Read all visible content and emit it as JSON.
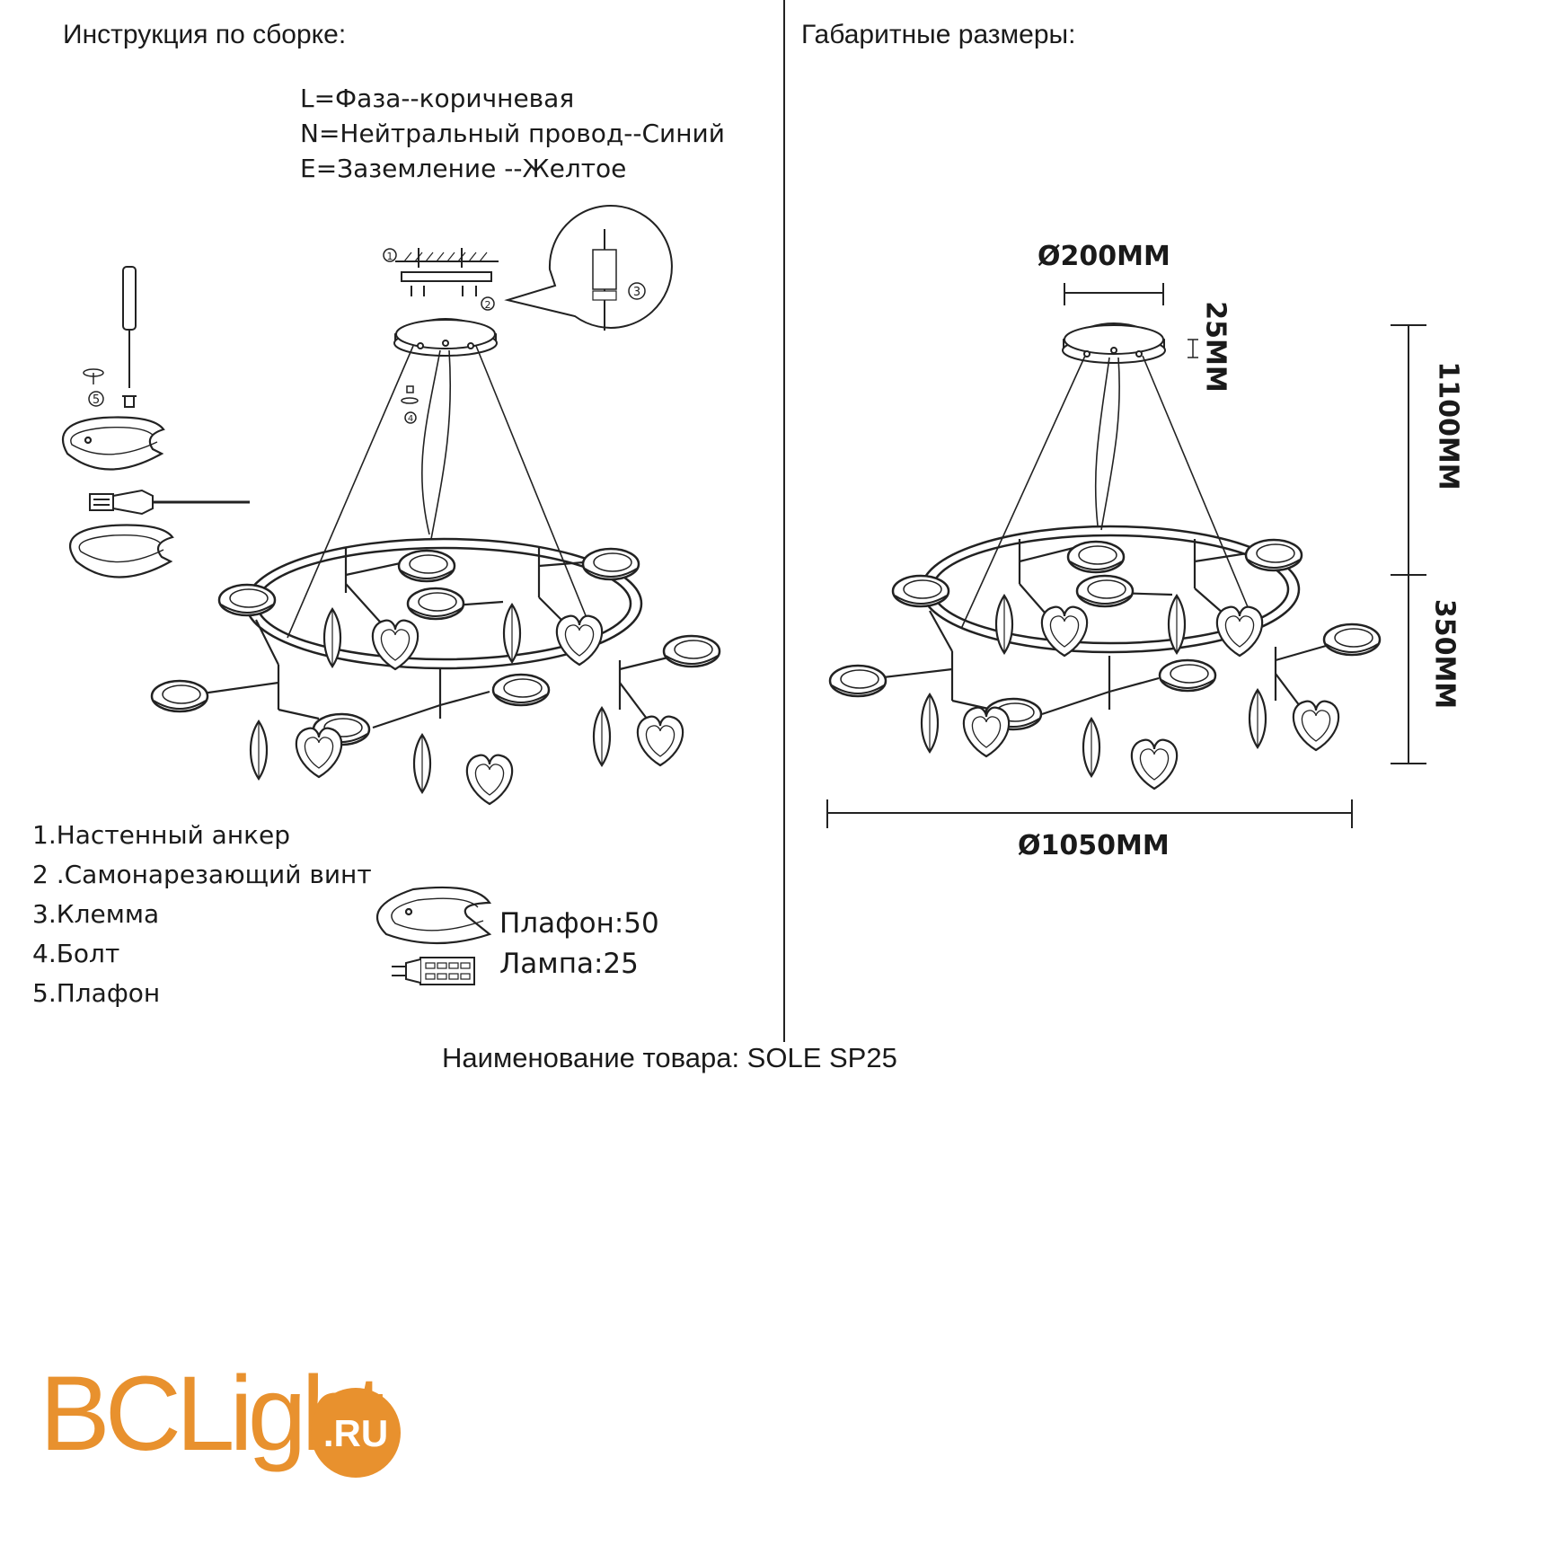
{
  "left_panel": {
    "heading": "Инструкция по сборке:",
    "wiring_legend": [
      "L=Фаза--коричневая",
      "N=Нейтральный провод--Синий",
      "E=Заземление --Желтое"
    ],
    "callouts": [
      "1",
      "2",
      "3",
      "4",
      "5"
    ],
    "parts_list": [
      "1.Настенный анкер",
      "2 .Самонарезающий винт",
      "3.Клемма",
      "4.Болт",
      "5.Плафон"
    ],
    "counts": [
      "Плафон:50",
      "Лампа:25"
    ]
  },
  "right_panel": {
    "heading": "Габаритные размеры:",
    "dimensions": {
      "canopy_diameter": "Ø200MM",
      "canopy_height": "25MM",
      "suspension_height": "1100MM",
      "body_height": "350MM",
      "overall_diameter": "Ø1050MM"
    }
  },
  "footer": {
    "product_name": "Наименование товара: SOLE SP25"
  },
  "logo": {
    "main": "BCLight",
    "suffix": ".RU",
    "color": "#E8912E"
  }
}
